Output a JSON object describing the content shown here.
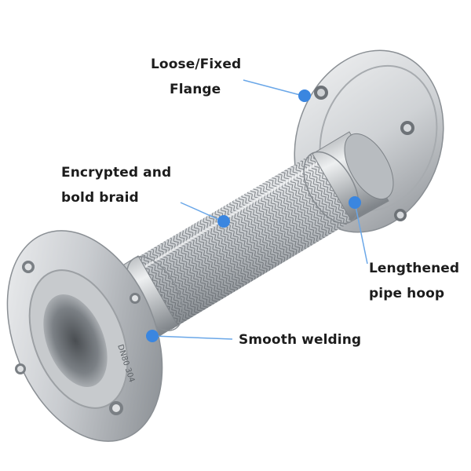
{
  "callouts": {
    "flange": {
      "line1": "Loose/Fixed",
      "line2": "Flange"
    },
    "braid": {
      "line1": "Encrypted and",
      "line2": "bold braid"
    },
    "hoop": {
      "line1": "Lengthened",
      "line2": "pipe hoop"
    },
    "welding": {
      "line1": "Smooth welding"
    }
  },
  "flange_stamp": "DN80 304",
  "colors": {
    "marker": "#3a86e0",
    "leader": "#6aa7e8",
    "steel_light": "#eceff1",
    "steel_mid": "#b9bdc1",
    "steel_dark": "#6f7479",
    "label_text": "#1c1c1c"
  }
}
